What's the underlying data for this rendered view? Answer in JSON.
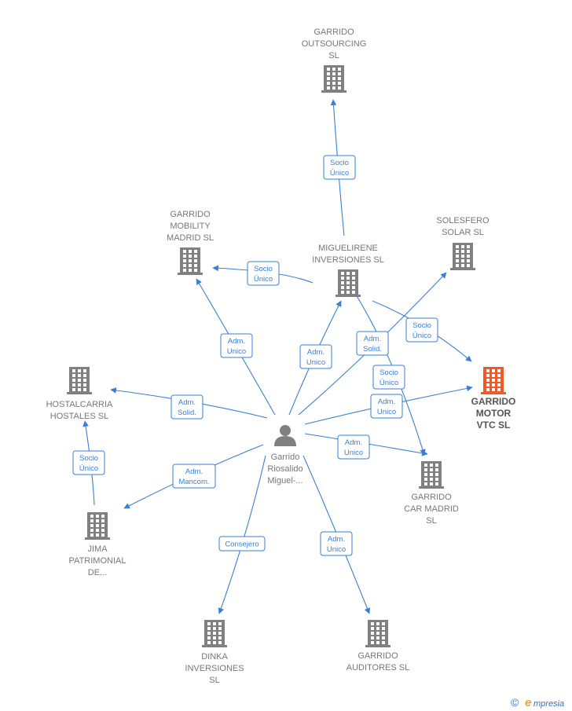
{
  "colors": {
    "edge": "#3a7fd5",
    "building": "#808080",
    "building_focus": "#ee5a2a",
    "person": "#808080"
  },
  "nodes": [
    {
      "id": "outsourcing",
      "label": [
        "GARRIDO",
        "OUTSOURCING",
        "SL"
      ],
      "type": "company",
      "icon": "building-icon"
    },
    {
      "id": "mobility",
      "label": [
        "GARRIDO",
        "MOBILITY",
        "MADRID  SL"
      ],
      "type": "company",
      "icon": "building-icon"
    },
    {
      "id": "miguelirene",
      "label": [
        "MIGUELIRENE",
        "INVERSIONES SL"
      ],
      "type": "company",
      "icon": "building-icon"
    },
    {
      "id": "solesfero",
      "label": [
        "SOLESFERO",
        "SOLAR  SL"
      ],
      "type": "company",
      "icon": "building-icon"
    },
    {
      "id": "motorvtc",
      "label": [
        "GARRIDO",
        "MOTOR",
        "VTC  SL"
      ],
      "type": "company",
      "focus": true,
      "icon": "building-icon"
    },
    {
      "id": "hostalcarria",
      "label": [
        "HOSTALCARRIA",
        "HOSTALES  SL"
      ],
      "type": "company",
      "icon": "building-icon"
    },
    {
      "id": "person",
      "label": [
        "Garrido",
        "Riosalido",
        "Miguel-..."
      ],
      "type": "person",
      "icon": "person-icon"
    },
    {
      "id": "carmadrid",
      "label": [
        "GARRIDO",
        "CAR MADRID",
        "SL"
      ],
      "type": "company",
      "icon": "building-icon"
    },
    {
      "id": "jima",
      "label": [
        "JIMA",
        "PATRIMONIAL",
        "DE..."
      ],
      "type": "company",
      "icon": "building-icon"
    },
    {
      "id": "dinka",
      "label": [
        "DINKA",
        "INVERSIONES",
        "SL"
      ],
      "type": "company",
      "icon": "building-icon"
    },
    {
      "id": "auditores",
      "label": [
        "GARRIDO",
        "AUDITORES SL"
      ],
      "type": "company",
      "icon": "building-icon"
    }
  ],
  "edges": [
    {
      "from": "miguelirene",
      "to": "outsourcing",
      "label": [
        "Socio",
        "Único"
      ]
    },
    {
      "from": "miguelirene",
      "to": "mobility",
      "label": [
        "Socio",
        "Único"
      ]
    },
    {
      "from": "miguelirene",
      "to": "motorvtc",
      "label": [
        "Socio",
        "Único"
      ]
    },
    {
      "from": "miguelirene",
      "to": "carmadrid",
      "label": [
        "Socio",
        "Único"
      ]
    },
    {
      "from": "person",
      "to": "mobility",
      "label": [
        "Adm.",
        "Unico"
      ]
    },
    {
      "from": "person",
      "to": "miguelirene",
      "label": [
        "Adm.",
        "Unico"
      ]
    },
    {
      "from": "person",
      "to": "solesfero",
      "label": [
        "Adm.",
        "Solid."
      ]
    },
    {
      "from": "person",
      "to": "motorvtc",
      "label": [
        "Adm.",
        "Unico"
      ]
    },
    {
      "from": "person",
      "to": "hostalcarria",
      "label": [
        "Adm.",
        "Solid."
      ]
    },
    {
      "from": "person",
      "to": "carmadrid",
      "label": [
        "Adm.",
        "Unico"
      ]
    },
    {
      "from": "person",
      "to": "jima",
      "label": [
        "Adm.",
        "Mancom."
      ]
    },
    {
      "from": "person",
      "to": "dinka",
      "label": [
        "Consejero"
      ]
    },
    {
      "from": "person",
      "to": "auditores",
      "label": [
        "Adm.",
        "Unico"
      ]
    },
    {
      "from": "jima",
      "to": "hostalcarria",
      "label": [
        "Socio",
        "Único"
      ]
    }
  ],
  "brand": {
    "copyright": "©",
    "name": "mpresia",
    "initial": "e"
  }
}
